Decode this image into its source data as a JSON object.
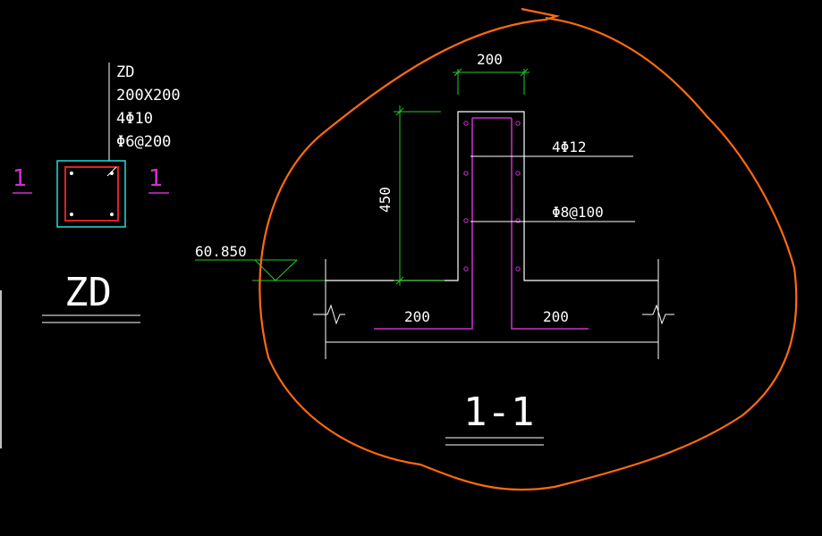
{
  "column_tag": {
    "name": "ZD",
    "size": "200X200",
    "main_rebar": "4Φ10",
    "stirrup": "Φ6@200"
  },
  "section_marks": {
    "left": "1",
    "right": "1"
  },
  "plan_title": "ZD",
  "elevation": "60.850",
  "section_view": {
    "title": "1-1",
    "width_dim": "200",
    "height_dim": "450",
    "main_rebar": "4Φ12",
    "stirrup": "Φ8@100",
    "left_dim": "200",
    "right_dim": "200"
  },
  "colors": {
    "background": "#000000",
    "lines": "#ffffff",
    "dimension": "#22cc22",
    "rebar": "#cc33cc",
    "column_outline": "#22dddd",
    "markup": "#ff6600"
  }
}
